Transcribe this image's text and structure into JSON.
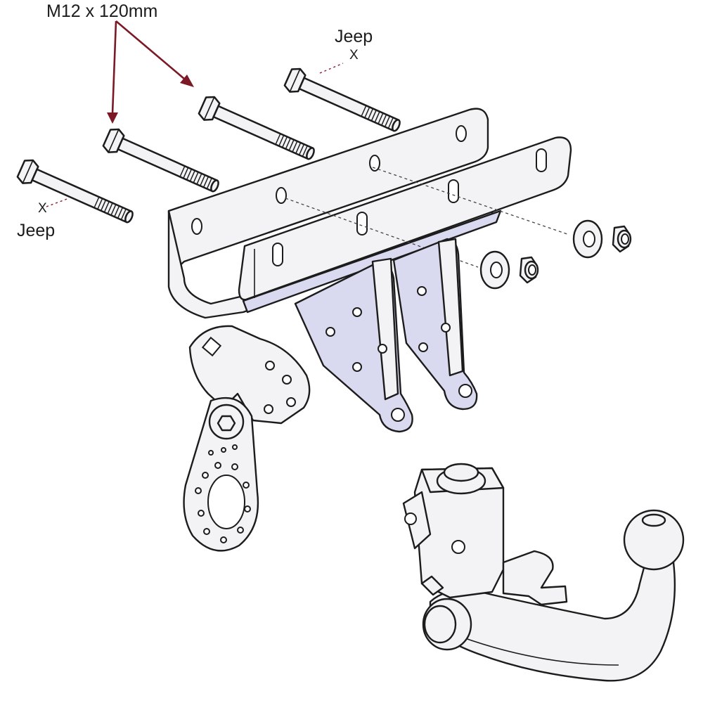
{
  "labels": {
    "bolt_spec": "M12 x 120mm",
    "jeep_top": "Jeep",
    "x_top": "X",
    "jeep_left": "Jeep",
    "x_left": "X"
  },
  "colors": {
    "outline": "#1c1c1c",
    "part_fill": "#f3f3f6",
    "shade_fill": "#d9d9ef",
    "arrow": "#7b1a26"
  },
  "icons": {
    "bolts": "bolt-icon",
    "crossbar": "crossbar-icon",
    "washer_nut": "washer-nut-icon",
    "side_plate": "side-plate-icon",
    "tow_ball": "tow-ball-icon"
  }
}
